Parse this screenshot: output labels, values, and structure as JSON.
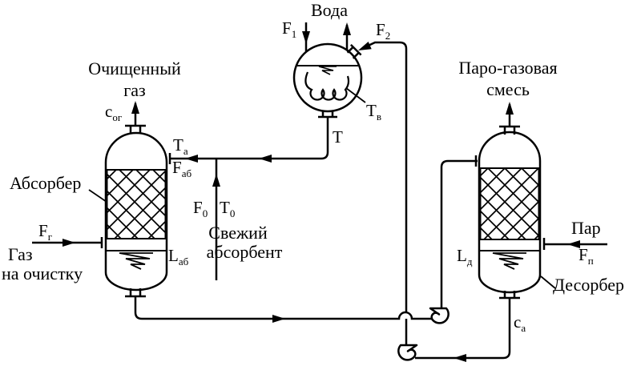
{
  "colors": {
    "line": "#000000",
    "background": "#ffffff"
  },
  "labels": {
    "water": "Вода",
    "f1": {
      "base": "F",
      "sub": "1"
    },
    "f2": {
      "base": "F",
      "sub": "2"
    },
    "t_water": {
      "base": "Т",
      "sub": "в"
    },
    "t_out": "Т",
    "purified_line1": "Очищенный",
    "purified_line2": "газ",
    "c_og": {
      "base": "с",
      "sub": "ог"
    },
    "t_a": {
      "base": "Т",
      "sub": "а"
    },
    "f_ab": {
      "base": "F",
      "sub": "аб"
    },
    "absorber_name": "Абсорбер",
    "f0": {
      "base": "F",
      "sub": "0"
    },
    "t0": {
      "base": "Т",
      "sub": "0"
    },
    "fresh_line1": "Свежий",
    "fresh_line2": "абсорбент",
    "f_g": {
      "base": "F",
      "sub": "г"
    },
    "gas_line1": "Газ",
    "gas_line2": "на очистку",
    "l_ab": {
      "base": "L",
      "sub": "аб"
    },
    "vapor_line1": "Паро-газовая",
    "vapor_line2": "смесь",
    "steam": "Пар",
    "f_p": {
      "base": "F",
      "sub": "п"
    },
    "l_d": {
      "base": "L",
      "sub": "д"
    },
    "desorber_name": "Десорбер",
    "c_a": {
      "base": "с",
      "sub": "а"
    }
  }
}
